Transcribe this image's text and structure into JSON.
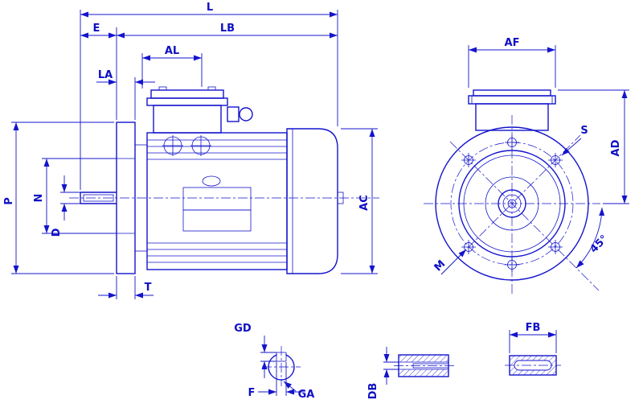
{
  "drawing": {
    "title": "motor-dimension-drawing",
    "colors": {
      "line_color": "#1414cc",
      "label_color": "#0f0fc4",
      "background": "#ffffff"
    },
    "labels": {
      "L": "L",
      "LB": "LB",
      "E": "E",
      "AL": "AL",
      "LA": "LA",
      "P": "P",
      "N": "N",
      "D": "D",
      "T": "T",
      "AC": "AC",
      "AF": "AF",
      "S": "S",
      "AD": "AD",
      "M": "M",
      "angle45": "45°",
      "GD": "GD",
      "F": "F",
      "GA": "GA",
      "DB": "DB",
      "FB": "FB"
    }
  }
}
